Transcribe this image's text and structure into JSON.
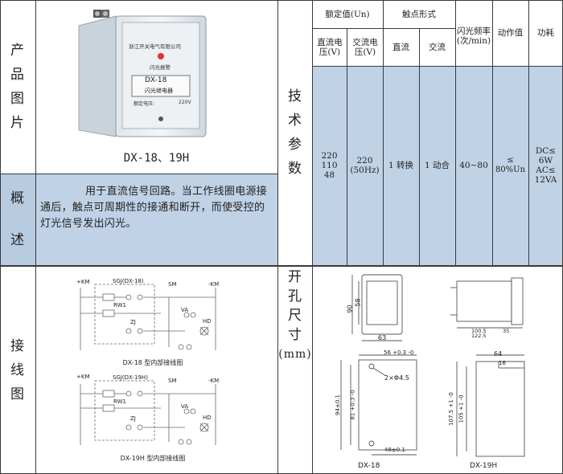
{
  "left_labels": {
    "product_image": [
      "产",
      "品",
      "图",
      "片"
    ],
    "overview": [
      "概",
      "述"
    ],
    "wiring": [
      "接",
      "线",
      "图"
    ]
  },
  "product": {
    "caption": "DX-18、19H",
    "device": {
      "maker": "浙江开关电气有限公司",
      "badge": "闪光报警",
      "model": "DX-18",
      "name": "闪光继电器",
      "voltage_label": "额定电压:",
      "voltage_value": "220V"
    }
  },
  "overview": {
    "text": "用于直流信号回路。当工作线圈电源接通后，触点可周期性的接通和断开，而使受控的灯光信号发出闪光。"
  },
  "tech": {
    "label": [
      "技",
      "术",
      "参",
      "数"
    ],
    "headers": {
      "rated": "额定值(Un)",
      "contacts": "触点形式",
      "flash_freq": "闪光频率(次/min)",
      "action": "动作值",
      "power": "功耗"
    },
    "subheaders": {
      "dc_v": "直流电压(V)",
      "ac_v": "交流电压(V)",
      "dc": "直流",
      "ac": "交流"
    },
    "values": {
      "dc_v": [
        "220",
        "110",
        "48"
      ],
      "ac_v": [
        "220",
        "(50Hz)"
      ],
      "dc_contact": "1 转换",
      "ac_contact": "1 动合",
      "flash_freq": "40~80",
      "action": [
        "≤",
        "80%Un"
      ],
      "power": [
        "DC≤",
        "6W",
        "AC≤",
        "12VA"
      ]
    }
  },
  "wiring": {
    "diagram1": {
      "caption": "DX-18 型内部接线图",
      "box": "SGJ(DX-18)",
      "plus": "+KM",
      "minus": "-KM",
      "sm": "SM",
      "va": "VA",
      "hd": "HD",
      "rw": "RW1",
      "zj": "ZJ"
    },
    "diagram2": {
      "caption": "DX-19H 型内部接线图",
      "box": "SGJ(DX-19H)",
      "plus": "+KM",
      "minus": "-KM",
      "sm": "SM",
      "va": "VA",
      "hd": "HD",
      "rw": "RW1",
      "zj": "ZJ"
    }
  },
  "cutout": {
    "label": [
      "开",
      "孔",
      "尺",
      "寸"
    ],
    "unit": "(mm)",
    "dx18": {
      "caption": "DX-18",
      "height": "90",
      "inner": "58",
      "width": "63",
      "hole_w": "56 +0.3 -0",
      "holes": "2×Φ4.5",
      "h_outer": "94±0.1",
      "h_inner": "81 +0.3 -0",
      "bottom": "48±0.1"
    },
    "dx19h": {
      "caption": "DX-19H",
      "depth1": "100.5",
      "depth1b": "122.5",
      "depth2": "35",
      "width": "64",
      "inner": "16",
      "h1": "107.5 +1 -0",
      "h2": "105 +1 -0"
    }
  }
}
